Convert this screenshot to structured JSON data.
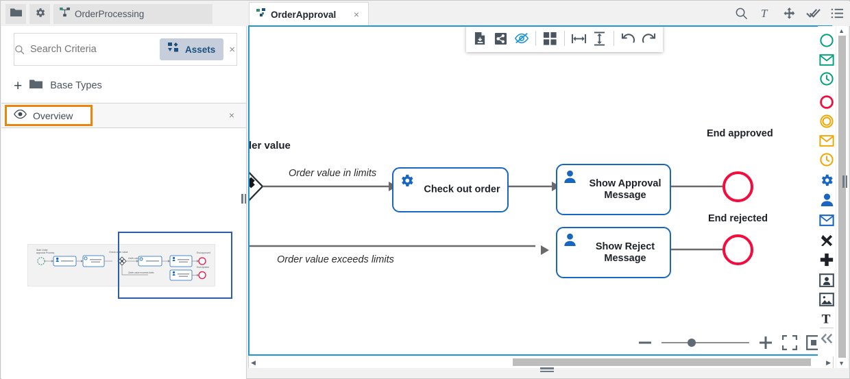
{
  "window": {
    "toolbar_buttons": [
      {
        "name": "folder-icon",
        "tooltip": "Projects"
      },
      {
        "name": "gear-icon",
        "tooltip": "Settings"
      }
    ],
    "project_tab": {
      "label": "OrderProcessing",
      "icon": "share-nodes-icon"
    },
    "document_tab": {
      "label": "OrderApproval",
      "icon": "bpmn-diagram-icon",
      "close_label": "×"
    },
    "top_right_icons": [
      {
        "name": "search-icon"
      },
      {
        "name": "text-format-icon"
      },
      {
        "name": "move-icon"
      },
      {
        "name": "double-check-icon"
      },
      {
        "name": "list-icon"
      }
    ]
  },
  "sidebar": {
    "search": {
      "placeholder": "Search Criteria",
      "value": "",
      "icon": "search-icon",
      "clear_label": "×"
    },
    "assets_chip": {
      "label": "Assets",
      "icon": "assets-icon"
    },
    "base_types": {
      "label": "Base Types",
      "add_label": "+",
      "icon": "folder-icon"
    },
    "overview": {
      "label": "Overview",
      "icon": "eye-icon",
      "close_label": "×",
      "selected": true,
      "highlight_color": "#e8870c"
    }
  },
  "canvas": {
    "border_color": "#2196d6",
    "floating_toolbar": [
      {
        "name": "export-file-icon"
      },
      {
        "name": "share-icon"
      },
      {
        "name": "hide-eye-icon",
        "active": true
      },
      {
        "name": "grid-layout-icon"
      },
      {
        "name": "align-horizontal-icon"
      },
      {
        "name": "align-vertical-icon"
      },
      {
        "name": "undo-icon"
      },
      {
        "name": "redo-icon"
      }
    ],
    "zoom_controls": {
      "zoom_out_label": "−",
      "zoom_in_label": "+",
      "fit_screen_label": "fit-screen-icon",
      "actual_size_label": "actual-size-icon",
      "slider_value": 30
    }
  },
  "diagram": {
    "lane_label": "ler value",
    "gateway": {
      "name": "exclusive-gateway",
      "clipped": true
    },
    "flows": [
      {
        "label": "Order value in limits"
      },
      {
        "label": "Order value exceeds limits"
      }
    ],
    "tasks": [
      {
        "id": "check-out-order",
        "label": "Check out order",
        "icon": "service-task-gear-icon",
        "icon_color": "#1866c0"
      },
      {
        "id": "show-approval-message",
        "label": "Show Approval Message",
        "icon": "user-task-icon",
        "icon_color": "#1866c0"
      },
      {
        "id": "show-reject-message",
        "label": "Show Reject Message",
        "icon": "user-task-icon",
        "icon_color": "#1866c0"
      }
    ],
    "end_events": [
      {
        "id": "end-approved",
        "label": "End approved",
        "color": "#f20d3e"
      },
      {
        "id": "end-rejected",
        "label": "End rejected",
        "color": "#f20d3e"
      }
    ]
  },
  "palette": {
    "items": [
      {
        "name": "start-event-icon",
        "color": "#00a07a"
      },
      {
        "name": "start-message-event-icon",
        "color": "#00a07a"
      },
      {
        "name": "start-timer-event-icon",
        "color": "#00a07a"
      },
      {
        "name": "end-event-icon",
        "color": "#f20d3e"
      },
      {
        "name": "intermediate-event-icon",
        "color": "#f0a500"
      },
      {
        "name": "intermediate-message-event-icon",
        "color": "#f0a500"
      },
      {
        "name": "intermediate-timer-event-icon",
        "color": "#f0a500"
      },
      {
        "name": "service-task-icon",
        "color": "#1866c0"
      },
      {
        "name": "user-task-icon",
        "color": "#1866c0"
      },
      {
        "name": "send-task-icon",
        "color": "#1866c0"
      },
      {
        "name": "exclusive-gateway-icon",
        "color": "#1d2127"
      },
      {
        "name": "parallel-gateway-icon",
        "color": "#1d2127"
      },
      {
        "name": "pool-icon",
        "color": "#3f4a55"
      },
      {
        "name": "image-icon",
        "color": "#3f4a55"
      },
      {
        "name": "text-annotation-icon",
        "color": "#1d2127"
      },
      {
        "name": "collapse-palette-icon",
        "color": "#7d8a96"
      }
    ]
  }
}
